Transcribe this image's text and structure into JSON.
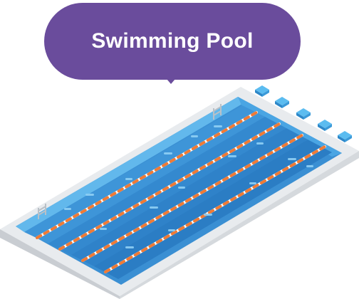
{
  "label": {
    "text": "Swimming Pool"
  },
  "colors": {
    "bubble": "#6a4c9c",
    "bubble_text": "#ffffff",
    "deck": "#e6e9ec",
    "deck_edge": "#c7ccd1",
    "water": "#3a8fd3",
    "water_light": "#5db3ea",
    "lane_rope_a": "#f07a35",
    "lane_rope_b": "#ffffff",
    "starting_block": "#3fa6e0"
  },
  "pool": {
    "lanes": 5,
    "lane_ropes": 4,
    "starting_blocks": 5,
    "ladders": 2
  }
}
